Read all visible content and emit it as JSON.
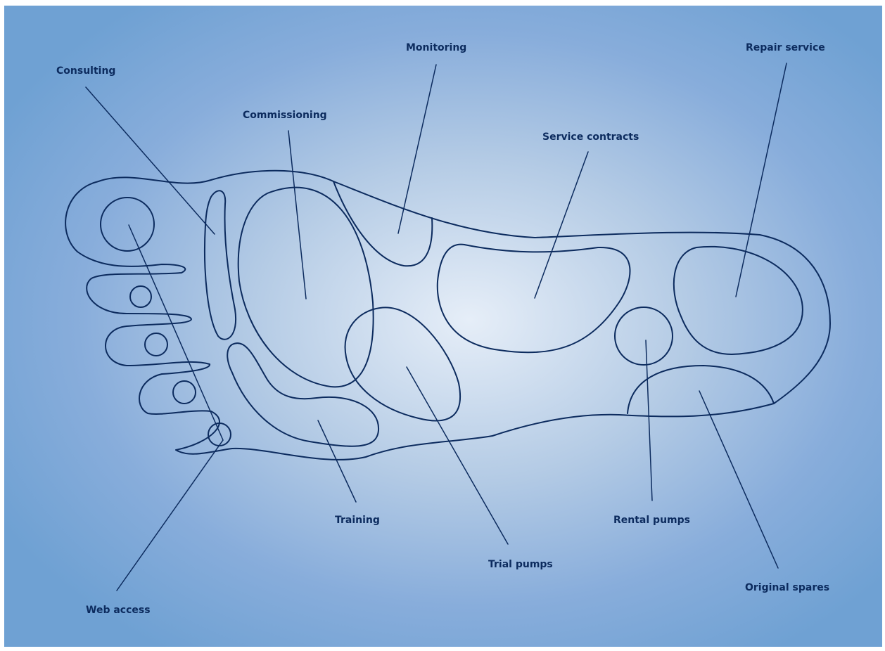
{
  "labels": {
    "consulting": "Consulting",
    "commissioning": "Commissioning",
    "monitoring": "Monitoring",
    "service_contracts": "Service contracts",
    "repair_service": "Repair service",
    "web_access": "Web access",
    "training": "Training",
    "trial_pumps": "Trial pumps",
    "rental_pumps": "Rental pumps",
    "original_spares": "Original spares"
  },
  "colors": {
    "line": "#0c2b5e",
    "background_center": "#e6eef8",
    "background_edge": "#6fa1d3"
  }
}
